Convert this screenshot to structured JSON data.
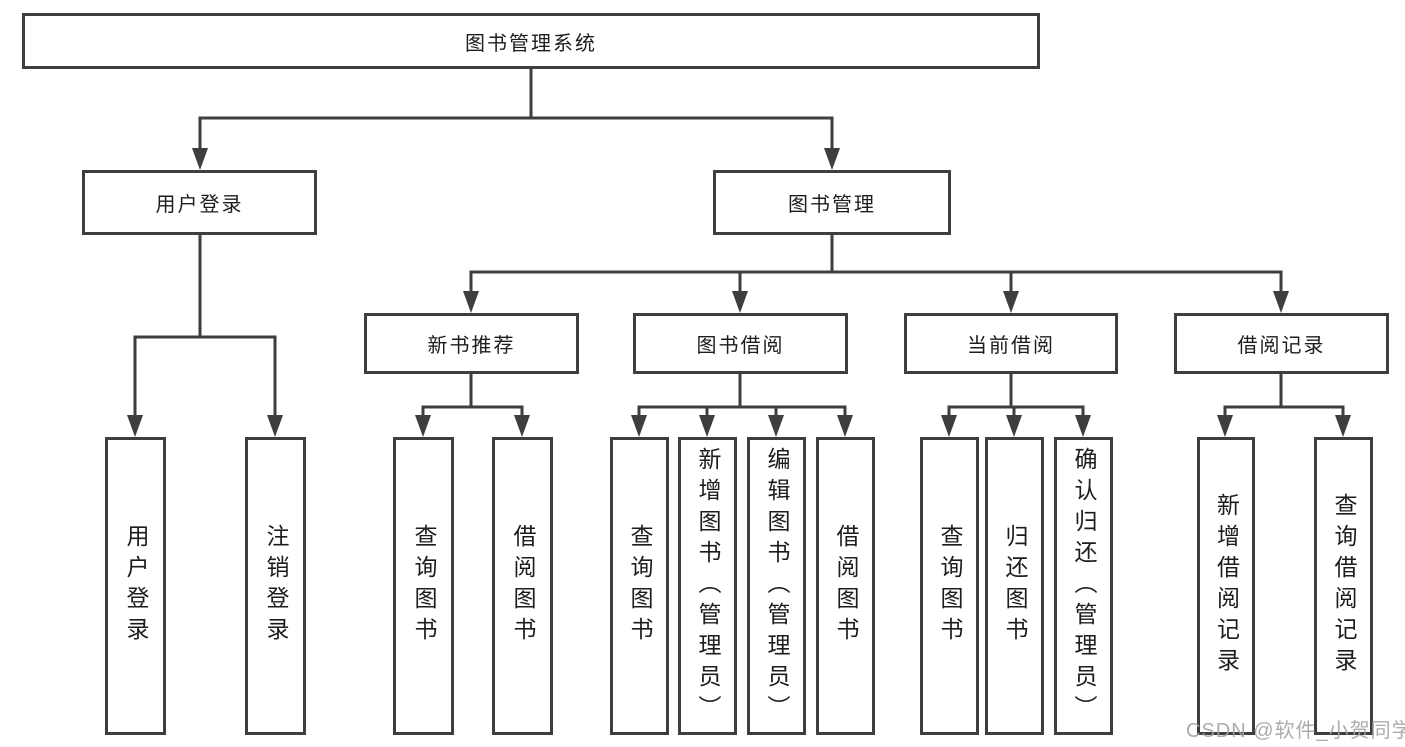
{
  "tree": {
    "label": "图书管理系统",
    "children": [
      {
        "label": "用户登录",
        "children": [
          {
            "label": "用户登录"
          },
          {
            "label": "注销登录"
          }
        ]
      },
      {
        "label": "图书管理",
        "children": [
          {
            "label": "新书推荐",
            "children": [
              {
                "label": "查询图书"
              },
              {
                "label": "借阅图书"
              }
            ]
          },
          {
            "label": "图书借阅",
            "children": [
              {
                "label": "查询图书"
              },
              {
                "label": "新增图书（管理员）"
              },
              {
                "label": "编辑图书（管理员）"
              },
              {
                "label": "借阅图书"
              }
            ]
          },
          {
            "label": "当前借阅",
            "children": [
              {
                "label": "查询图书"
              },
              {
                "label": "归还图书"
              },
              {
                "label": "确认归还（管理员）"
              }
            ]
          },
          {
            "label": "借阅记录",
            "children": [
              {
                "label": "新增借阅记录"
              },
              {
                "label": "查询借阅记录"
              }
            ]
          }
        ]
      }
    ]
  },
  "watermark": "CSDN @软件_小贺同学",
  "colors": {
    "line": "#3e3e3e",
    "box_border": "#3e3e3e",
    "text": "#1d1d1d",
    "watermark": "#a3a3a3",
    "background": "#ffffff"
  }
}
